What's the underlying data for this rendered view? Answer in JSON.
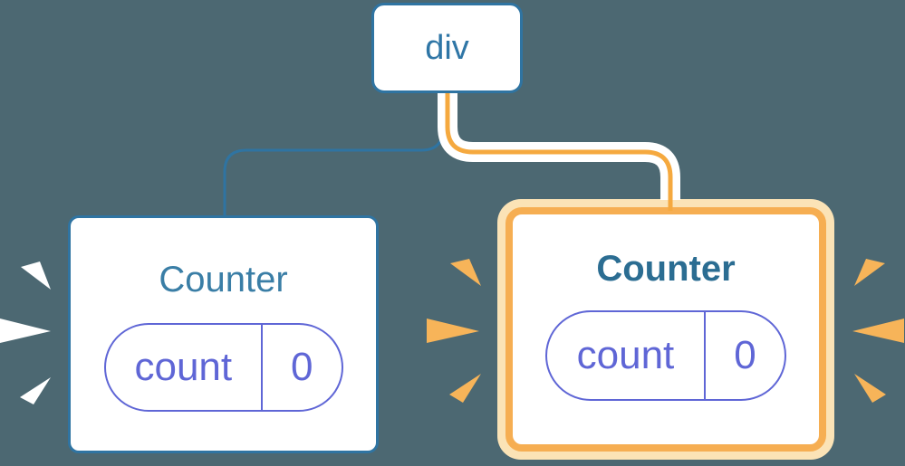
{
  "diagram": {
    "root_node": {
      "label": "div"
    },
    "children": [
      {
        "title": "Counter",
        "state_key": "count",
        "state_value": "0",
        "variant": "default"
      },
      {
        "title": "Counter",
        "state_key": "count",
        "state_value": "0",
        "variant": "highlighted"
      }
    ]
  },
  "colors": {
    "background": "#4C6872",
    "node_border_blue": "#2F74A2",
    "node_text": "#2F76A6",
    "title_regular": "#3A7EA6",
    "title_bold": "#2B6D92",
    "pill_purple": "#5F66D6",
    "edge_casing_white": "#FFFFFF",
    "highlight_orange": "#F5A93F",
    "highlight_border": "#F6AE52",
    "highlight_outer": "#FBE3B6",
    "sparkle_orange": "#F7B459",
    "sparkle_white": "#FFFFFF"
  }
}
